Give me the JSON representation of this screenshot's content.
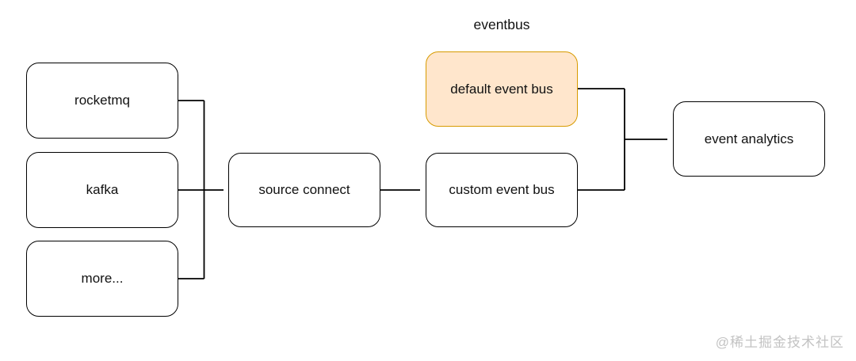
{
  "diagram": {
    "title": "eventbus",
    "nodes": {
      "rocketmq": {
        "label": "rocketmq"
      },
      "kafka": {
        "label": "kafka"
      },
      "more": {
        "label": "more..."
      },
      "source_connect": {
        "label": "source connect"
      },
      "default_event_bus": {
        "label": "default event bus",
        "highlighted": true
      },
      "custom_event_bus": {
        "label": "custom event bus"
      },
      "event_analytics": {
        "label": "event analytics"
      }
    },
    "edges": [
      {
        "from": "rocketmq",
        "to": "source connect",
        "arrow": false
      },
      {
        "from": "kafka",
        "to": "source connect",
        "arrow": true
      },
      {
        "from": "more...",
        "to": "source connect",
        "arrow": false
      },
      {
        "from": "source connect",
        "to": "custom event bus",
        "arrow": true
      },
      {
        "from": "custom event bus",
        "to": "event analytics",
        "arrow": true
      },
      {
        "from": "default event bus",
        "to": "event analytics",
        "arrow": true
      }
    ],
    "colors": {
      "node_fill": "#ffffff",
      "node_stroke": "#000000",
      "highlight_fill": "#ffe6cc",
      "highlight_stroke": "#d79b00",
      "edge_stroke": "#000000",
      "watermark_color": "#c3c3c3"
    },
    "watermark": "@稀土掘金技术社区"
  }
}
